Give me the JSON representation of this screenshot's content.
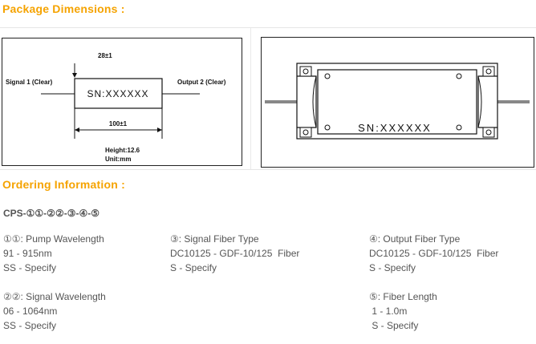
{
  "headings": {
    "package": "Package Dimensions :",
    "ordering": "Ordering Information :"
  },
  "fig1": {
    "top_dim": "28±1",
    "signal_label": "Signal  1  (Clear)",
    "output_label": "Output  2  (Clear)",
    "sn": "SN:XXXXXX",
    "length_dim": "100±1",
    "height": "Height:12.6",
    "units": "Unit:mm"
  },
  "fig2": {
    "sn": "SN:XXXXXX"
  },
  "ordering": {
    "code": "CPS-①①-②②-③-④-⑤",
    "col1": [
      "①①: Pump Wavelength",
      "91 - 915nm",
      "SS - Specify"
    ],
    "col2": [
      "③: Signal Fiber Type",
      "DC10125 - GDF-10/125  Fiber",
      "S - Specify"
    ],
    "col3": [
      "④: Output Fiber Type",
      "DC10125 - GDF-10/125  Fiber",
      "S - Specify"
    ],
    "col4": [
      "②②: Signal Wavelength",
      "06 - 1064nm",
      "SS - Specify"
    ],
    "col5": [
      "⑤: Fiber Length",
      " 1 - 1.0m",
      " S - Specify"
    ]
  },
  "colors": {
    "heading": "#f5a300",
    "text": "#555555"
  }
}
